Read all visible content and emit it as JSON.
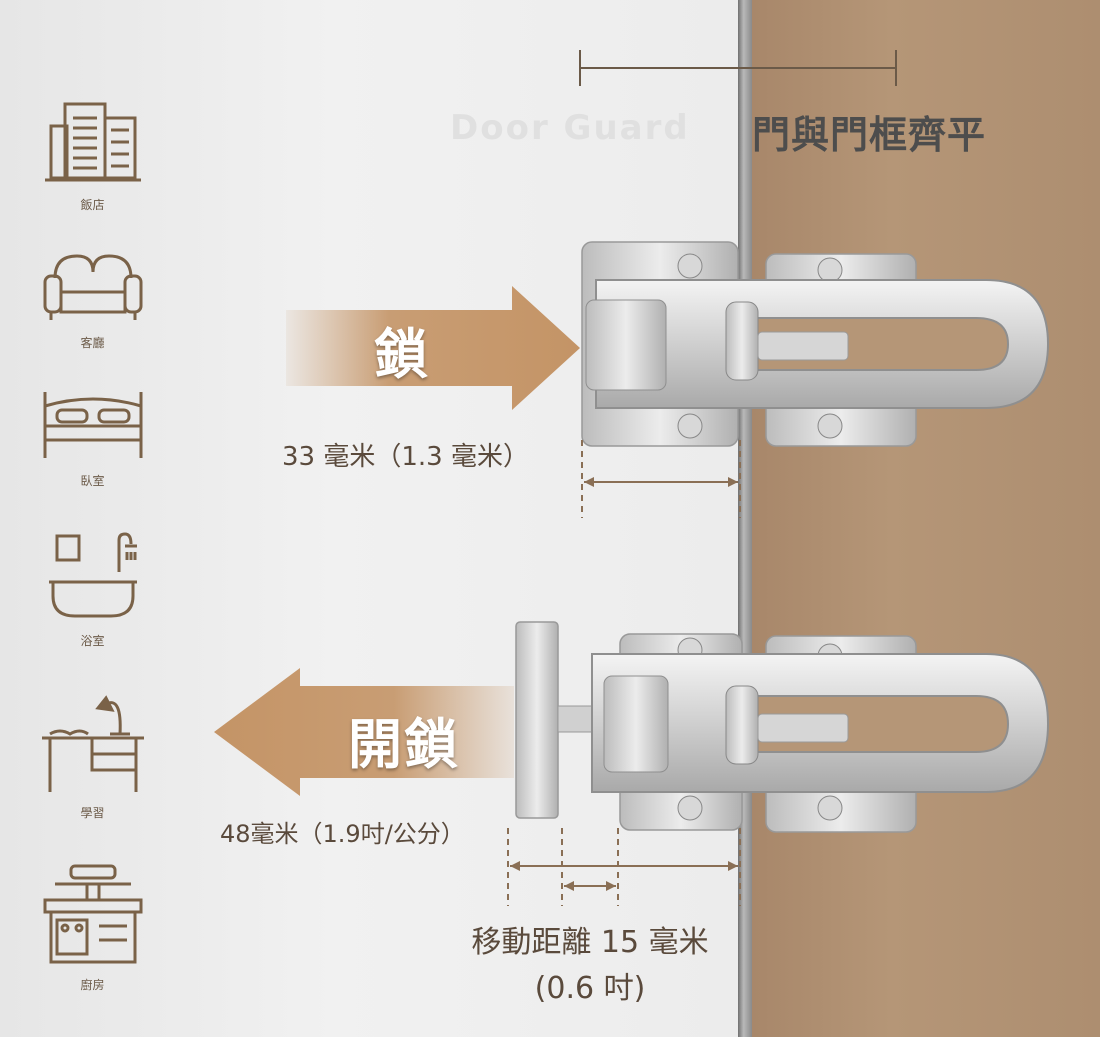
{
  "categories": [
    {
      "icon": "hotel-building-icon",
      "label": "飯店"
    },
    {
      "icon": "sofa-icon",
      "label": "客廳"
    },
    {
      "icon": "bed-icon",
      "label": "臥室"
    },
    {
      "icon": "bathtub-icon",
      "label": "浴室"
    },
    {
      "icon": "study-desk-icon",
      "label": "學習"
    },
    {
      "icon": "kitchen-stove-icon",
      "label": "廚房"
    }
  ],
  "heading": "門與門框齊平",
  "heading_faded": "Door Guard",
  "lock_label": "鎖",
  "unlock_label": "開鎖",
  "lock_dimension": "33 毫米（1.3 毫米）",
  "unlock_dimension": "48毫米（1.9吋/公分）",
  "move_distance_line1": "移動距離 15 毫米",
  "move_distance_line2": "(0.6 吋)",
  "colors": {
    "accent": "#c49466",
    "text": "#5a4a3c",
    "door": "#b09070",
    "icon": "#7a6248"
  }
}
